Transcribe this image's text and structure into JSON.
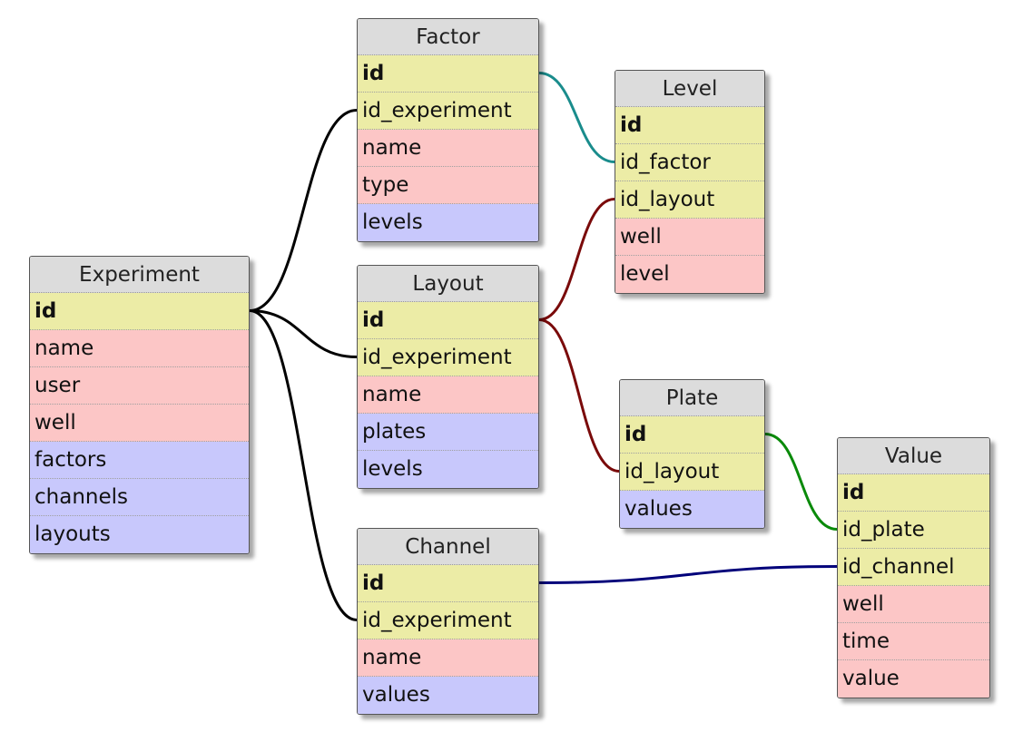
{
  "tables": [
    {
      "key": "experiment",
      "name": "Experiment",
      "fields": [
        {
          "label": "id",
          "kind": "pk"
        },
        {
          "label": "name",
          "kind": "attr"
        },
        {
          "label": "user",
          "kind": "attr"
        },
        {
          "label": "well",
          "kind": "attr"
        },
        {
          "label": "factors",
          "kind": "rel"
        },
        {
          "label": "channels",
          "kind": "rel"
        },
        {
          "label": "layouts",
          "kind": "rel"
        }
      ]
    },
    {
      "key": "factor",
      "name": "Factor",
      "fields": [
        {
          "label": "id",
          "kind": "pk"
        },
        {
          "label": "id_experiment",
          "kind": "fk"
        },
        {
          "label": "name",
          "kind": "attr"
        },
        {
          "label": "type",
          "kind": "attr"
        },
        {
          "label": "levels",
          "kind": "rel"
        }
      ]
    },
    {
      "key": "layout",
      "name": "Layout",
      "fields": [
        {
          "label": "id",
          "kind": "pk"
        },
        {
          "label": "id_experiment",
          "kind": "fk"
        },
        {
          "label": "name",
          "kind": "attr"
        },
        {
          "label": "plates",
          "kind": "rel"
        },
        {
          "label": "levels",
          "kind": "rel"
        }
      ]
    },
    {
      "key": "channel",
      "name": "Channel",
      "fields": [
        {
          "label": "id",
          "kind": "pk"
        },
        {
          "label": "id_experiment",
          "kind": "fk"
        },
        {
          "label": "name",
          "kind": "attr"
        },
        {
          "label": "values",
          "kind": "rel"
        }
      ]
    },
    {
      "key": "level",
      "name": "Level",
      "fields": [
        {
          "label": "id",
          "kind": "pk"
        },
        {
          "label": "id_factor",
          "kind": "fk"
        },
        {
          "label": "id_layout",
          "kind": "fk"
        },
        {
          "label": "well",
          "kind": "attr"
        },
        {
          "label": "level",
          "kind": "attr"
        }
      ]
    },
    {
      "key": "plate",
      "name": "Plate",
      "fields": [
        {
          "label": "id",
          "kind": "pk"
        },
        {
          "label": "id_layout",
          "kind": "fk"
        },
        {
          "label": "values",
          "kind": "rel"
        }
      ]
    },
    {
      "key": "value",
      "name": "Value",
      "fields": [
        {
          "label": "id",
          "kind": "pk"
        },
        {
          "label": "id_plate",
          "kind": "fk"
        },
        {
          "label": "id_channel",
          "kind": "fk"
        },
        {
          "label": "well",
          "kind": "attr"
        },
        {
          "label": "time",
          "kind": "attr"
        },
        {
          "label": "value",
          "kind": "attr"
        }
      ]
    }
  ],
  "links": [
    {
      "from": "experiment.id",
      "to": "factor.id_experiment",
      "color": "#000000"
    },
    {
      "from": "experiment.id",
      "to": "layout.id_experiment",
      "color": "#000000"
    },
    {
      "from": "experiment.id",
      "to": "channel.id_experiment",
      "color": "#000000"
    },
    {
      "from": "factor.id",
      "to": "level.id_factor",
      "color": "#1a8c8c"
    },
    {
      "from": "layout.id",
      "to": "level.id_layout",
      "color": "#7a0a0a"
    },
    {
      "from": "layout.id",
      "to": "plate.id_layout",
      "color": "#7a0a0a"
    },
    {
      "from": "plate.id",
      "to": "value.id_plate",
      "color": "#0a8a0a"
    },
    {
      "from": "channel.id",
      "to": "value.id_channel",
      "color": "#00007a"
    }
  ],
  "colors": {
    "header": "#dcdcdc",
    "key_field": "#ececa6",
    "attribute_field": "#fcc6c6",
    "relation_field": "#c8c8fc"
  }
}
